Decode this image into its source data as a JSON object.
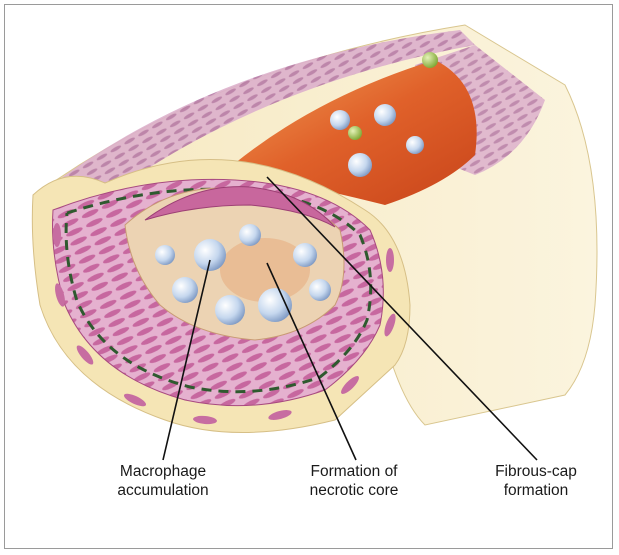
{
  "labels": {
    "macrophage": {
      "line1": "Macrophage",
      "line2": "accumulation"
    },
    "necrotic": {
      "line1": "Formation of",
      "line2": "necrotic core"
    },
    "fibrous": {
      "line1": "Fibrous-cap",
      "line2": "formation"
    }
  },
  "colors": {
    "wall_outer": "#f3e3b4",
    "adventitia": "#f7ecc9",
    "media_pink": "#c9609a",
    "media_light": "#e3a7c6",
    "cell_dark": "#b54e86",
    "lumen_red": "#d9531e",
    "lumen_orange": "#ee8a3c",
    "plaque_core": "#e7c9a6",
    "macrophage_blue": "#b6cce8",
    "lamina_green": "#2f5a2f",
    "leukocyte_green": "#9bc24b"
  }
}
